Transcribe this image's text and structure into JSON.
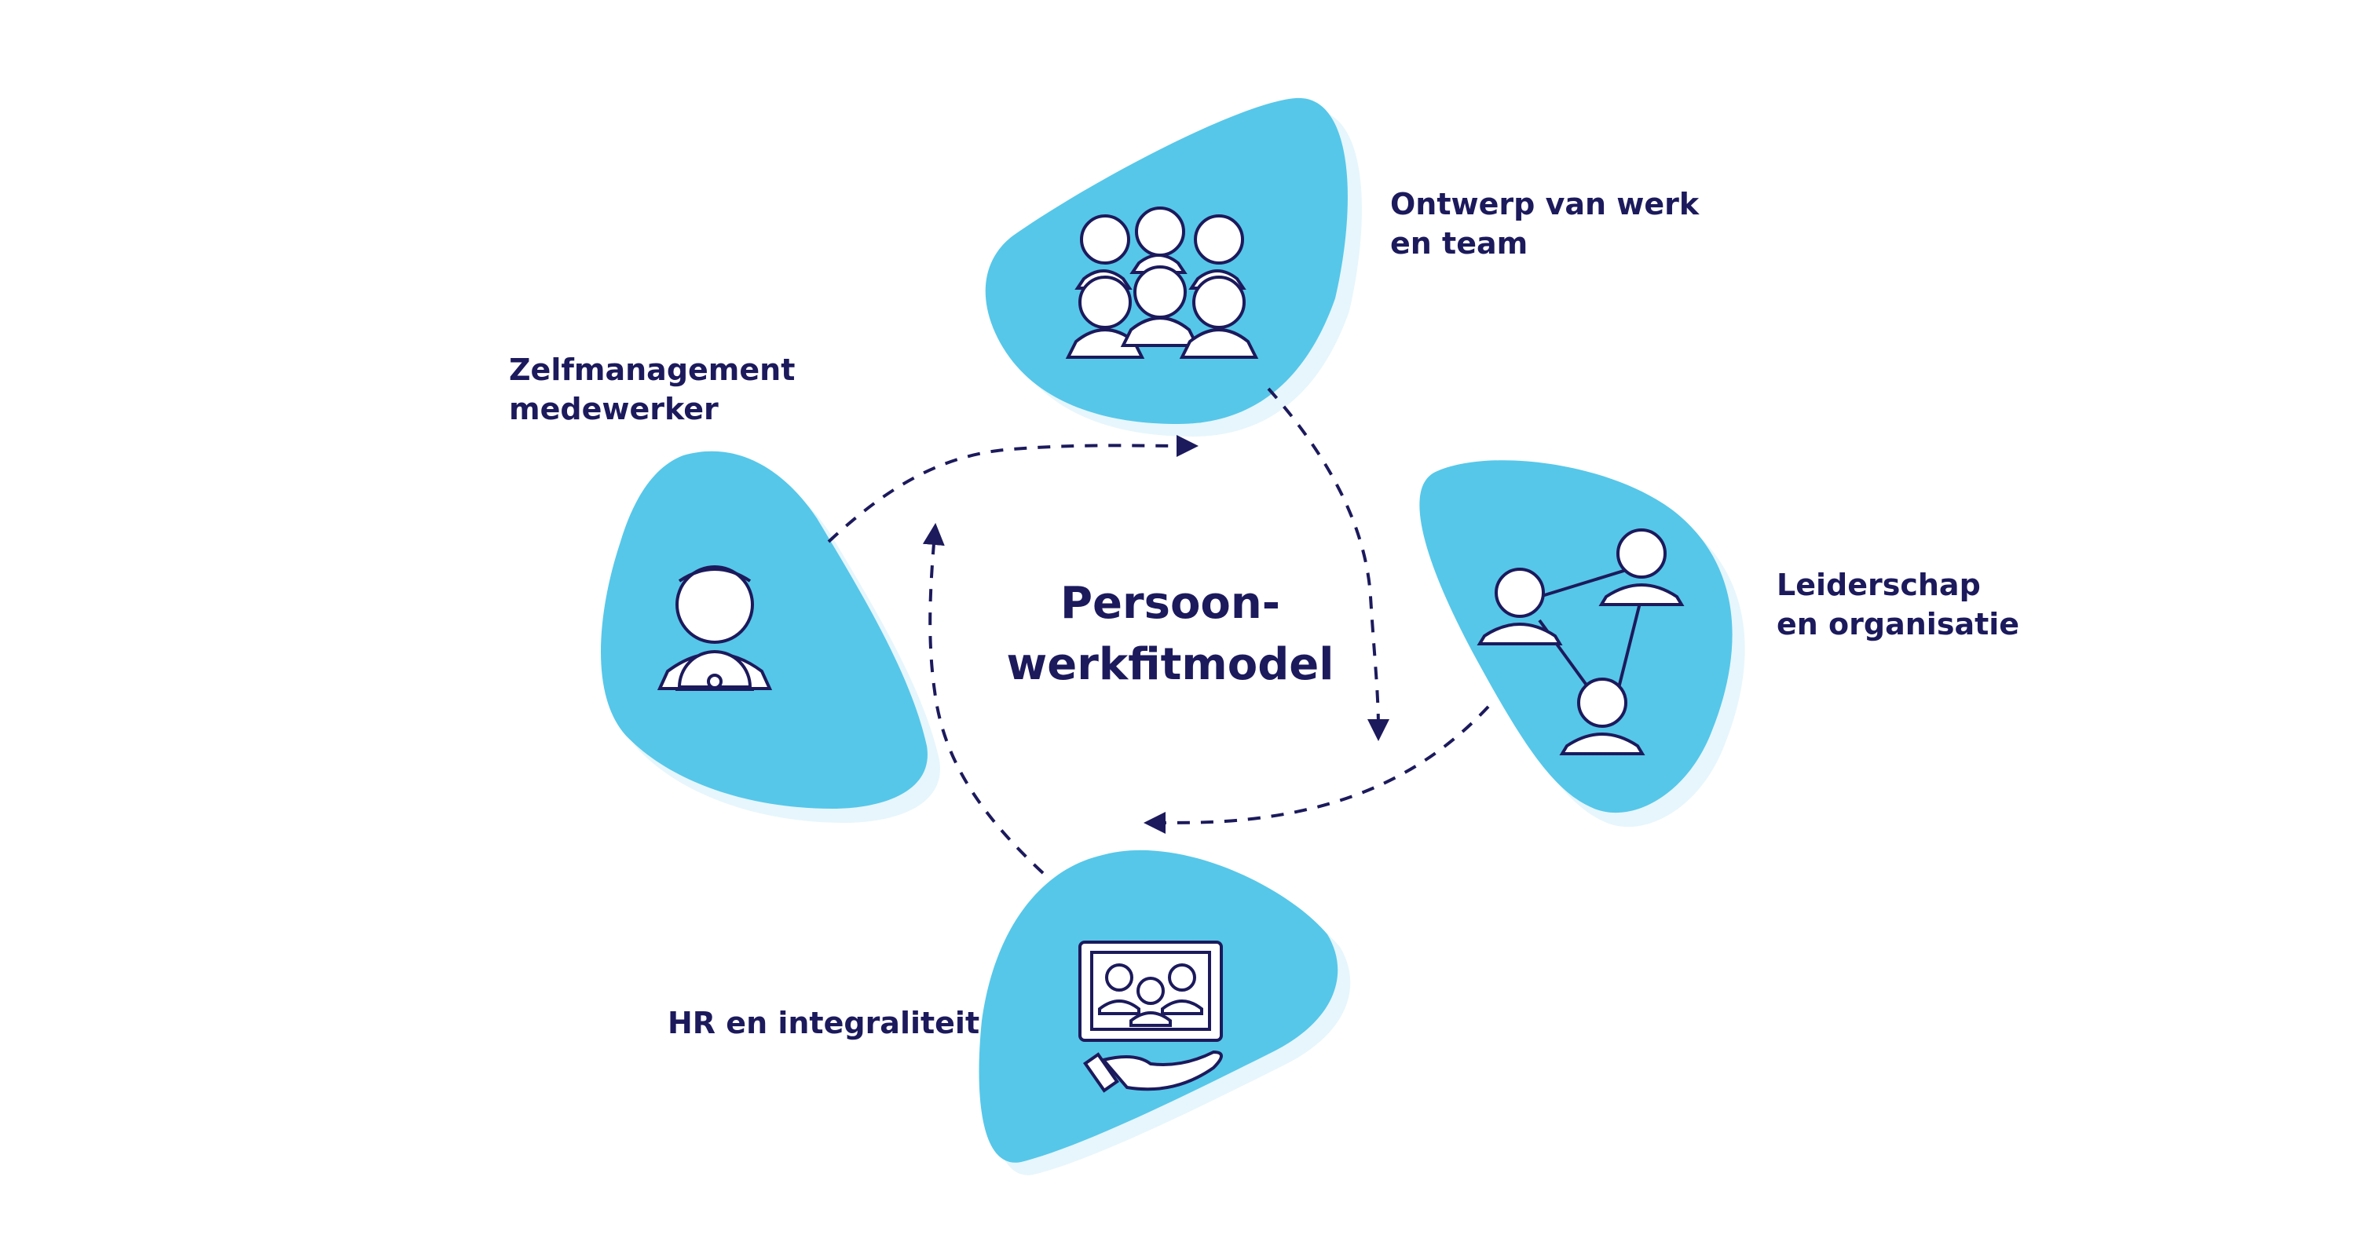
{
  "center": {
    "line1": "Persoon-",
    "line2": "werkfitmodel"
  },
  "nodes": {
    "top": {
      "line1": "Ontwerp van werk",
      "line2": "en team",
      "icon": "team-group-icon"
    },
    "right": {
      "line1": "Leiderschap",
      "line2": "en organisatie",
      "icon": "network-people-icon"
    },
    "bottom": {
      "line1": "HR en integraliteit",
      "icon": "hr-screen-hand-icon"
    },
    "left": {
      "line1": "Zelfmanagement",
      "line2": "medewerker",
      "icon": "person-steering-wheel-icon"
    }
  },
  "colors": {
    "blob": "#56c7e9",
    "blob_shadow": "#e6f6fc",
    "text": "#1c1a5c",
    "arrow": "#1c1a5c",
    "icon_fill": "#ffffff"
  }
}
